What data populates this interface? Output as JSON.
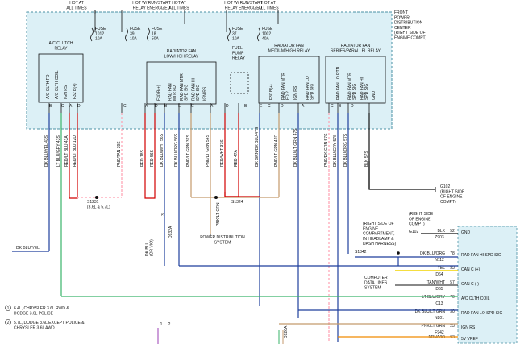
{
  "colors": {
    "box_fill": "#dcf0f6",
    "box_border": "#4a90a4",
    "wire_red": "#d10000",
    "wire_pink": "#ff9fb0",
    "wire_blue": "#1f3f9c",
    "wire_ltgrn": "#39b36a",
    "wire_tan": "#c49a6c",
    "wire_black": "#111111",
    "wire_yel": "#f2d300",
    "wire_violet": "#9b3fb5",
    "wire_orange": "#f08a00"
  },
  "top_supply": {
    "hot_at_all_times_1": "HOT AT\nALL TIMES",
    "hot_run_start_1": "HOT W/ RUN/START\nRELAY ENERGIZED",
    "hot_at_all_times_2": "HOT AT\nALL TIMES",
    "hot_run_start_2": "HOT W/ RUN/START\nRELAY ENERGIZED",
    "hot_at_all_times_3": "HOT AT\nALL TIMES"
  },
  "pdc_label": "FRONT\nPOWER\nDISTRIBUTION\nCENTER\n(RIGHT SIDE OF\nENGINE COMPT)",
  "fuses": [
    {
      "name": "FUSE",
      "id": "1012",
      "rating": "10A"
    },
    {
      "name": "FUSE",
      "id": "39",
      "rating": "10A"
    },
    {
      "name": "FUSE",
      "id": "18",
      "rating": "50A"
    },
    {
      "name": "FUSE",
      "id": "37",
      "rating": "10A"
    },
    {
      "name": "FUSE",
      "id": "1002",
      "rating": "40A"
    }
  ],
  "relays": {
    "ac_clutch": {
      "title": "A/C CLUTCH\nRELAY",
      "pins": [
        "A/C CLTH FD",
        "A/C CLTH COIL",
        "IGN RS",
        "F32 B(+)"
      ]
    },
    "rad_low_high": {
      "title": "RADIATOR FAN\nLOW/HIGH RELAY",
      "pins": [
        "F30 B(+)",
        "RAD FAN\nMTR FD",
        "RAD FAN MTR\nSPD SIG",
        "RAD FAN HI\nSPD SIG",
        "IGN RS"
      ]
    },
    "fuel_pump": {
      "title": "FUEL\nPUMP\nRELAY"
    },
    "rad_med_high": {
      "title": "RADIATOR FAN\nMEDIUM/HIGH RELAY",
      "pins": [
        "F30 B(+)",
        "RAD FAN MTR\nFD 2",
        "IGN RS",
        "RAD FAN LO\nSPD SIG"
      ]
    },
    "rad_series": {
      "title": "RADIATOR FAN\nSERIES/PARALLEL RELAY",
      "pins": [
        "RAD FAN LO RTN",
        "RAD FAN MTR\nSPD SIG",
        "RAD FAN HI\nSPD SIG",
        "GND"
      ]
    }
  },
  "pin_letters": [
    "B",
    "C",
    "A",
    "D",
    "C",
    "A",
    "D",
    "B",
    "E",
    "C",
    "A",
    "D",
    "B",
    "E",
    "C",
    "D",
    "A",
    "C",
    "B",
    "D"
  ],
  "wire_labels": [
    "DK BLU/YEL  43S",
    "LT BLU/GRY  43S",
    "RED/LT BLU  43A",
    "RED/LT BLU  12D",
    "PNK/TAN  39S",
    "RED  18S",
    "RED  56S",
    "DK BLU/WHT  56S",
    "DK BLU/ORG  56S",
    "PNK/LT GRN  37S",
    "PNK/LT GRN  54S",
    "RED/WHT  37S",
    "RED  47A",
    "DK GRN/DK BLU  47S",
    "PNK/LT GRN  47C",
    "DK BLU/LT GRN  47S",
    "PNK/DK GRN  57S",
    "DK BLU/GRY  57S",
    "DK BLU/ORG  57S",
    "BLK  57S"
  ],
  "splices": {
    "s1231": "S1231\n(3.6L & 5.7L)",
    "s1324": "S1324",
    "s1342": "S1342"
  },
  "power_dist": "POWER DISTRIBUTION\nSYSTEM",
  "pnk_lt_grn": "PNK/LT GRN",
  "g102_a": "G102\n(RIGHT SIDE\nOF ENGINE\nCOMPT)",
  "g102_b": {
    "label": "(RIGHT SIDE\nOF ENGINE\nCOMPT)",
    "name": "G102"
  },
  "right_side_note": "(RIGHT SIDE OF\nENGINE\nCOMPARTMENT,\nIN HEADLAMP &\nDASH HARNESS)",
  "dk_blu_yel": "DK BLU/YEL",
  "dk_blu_vio": "DK BLU\n(OR VIO)",
  "circuit_ids": [
    "3",
    "D932A",
    "1",
    "2",
    "D926A"
  ],
  "computer_data_lines": "COMPUTER\nDATA LINES\nSYSTEM",
  "legend": [
    {
      "num": "1",
      "text": "6.4L, CHRYSLER 3.6L RWD &\nDODGE 3.6L POLICE"
    },
    {
      "num": "2",
      "text": "5.7L, DODGE 3.6L EXCEPT POLICE &\nCHRYSLER 3.6L AWD"
    }
  ],
  "connector_rows": [
    {
      "wire": "BLK",
      "pin": "52",
      "circuit": "Z903",
      "func": "GND"
    },
    {
      "wire": "DK BLU/ORG",
      "pin": "78",
      "circuit": "N112",
      "func": "RAD FAN HI SPD SIG"
    },
    {
      "wire": "YEL",
      "pin": "33",
      "circuit": "D64",
      "func": "CAN C (+)"
    },
    {
      "wire": "TAN/WHT",
      "pin": "57",
      "circuit": "D65",
      "func": "CAN C (-)"
    },
    {
      "wire": "LT BLU/GRY",
      "pin": "70",
      "circuit": "C13",
      "func": "A/C CLTH COIL"
    },
    {
      "wire": "DK BLU/LT GRN",
      "pin": "30",
      "circuit": "N201",
      "func": "RAD FAN LO SPD SIG"
    },
    {
      "wire": "PNK/LT GRN",
      "pin": "23",
      "circuit": "F942",
      "func": "IGN RS"
    },
    {
      "wire": "BRN/VIO",
      "pin": "93",
      "circuit": "",
      "func": "5V VREF"
    }
  ]
}
